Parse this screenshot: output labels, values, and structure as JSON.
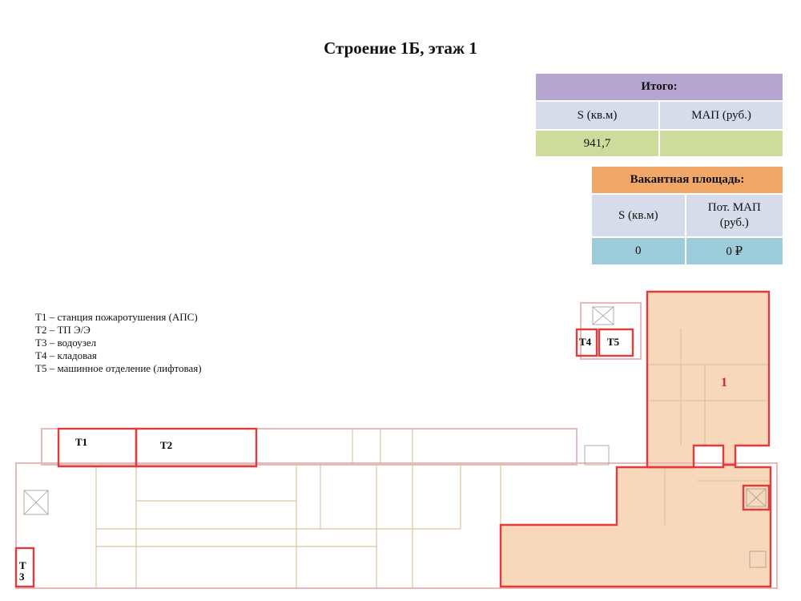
{
  "title": "Строение 1Б, этаж 1",
  "total": {
    "header": "Итого:",
    "col_area": "S (кв.м)",
    "col_map": "МАП (руб.)",
    "area": "941,7",
    "map": ""
  },
  "vacant": {
    "header": "Вакантная площадь:",
    "col_area": "S (кв.м)",
    "col_map": "Пот. МАП (руб.)",
    "area": "0",
    "map": "0 ₽"
  },
  "legend": [
    "Т1 – станция пожаротушения (АПС)",
    "Т2 – ТП Э/Э",
    "Т3 – водоузел",
    "Т4 – кладовая",
    "Т5 – машинное отделение (лифтовая)"
  ],
  "plan_labels": {
    "t1": "T1",
    "t2": "T2",
    "t3": "T",
    "t3_sub": "3",
    "t4": "T4",
    "t5": "T5",
    "zone": "1"
  },
  "colors": {
    "total_header": "#b4a6cf",
    "total_value": "#cddb9c",
    "vacant_header": "#f0a767",
    "vacant_value": "#9ccbda",
    "header_row": "#d7dcea",
    "leased_fill": "#f5cba4",
    "outline_red": "#e23b3b"
  }
}
